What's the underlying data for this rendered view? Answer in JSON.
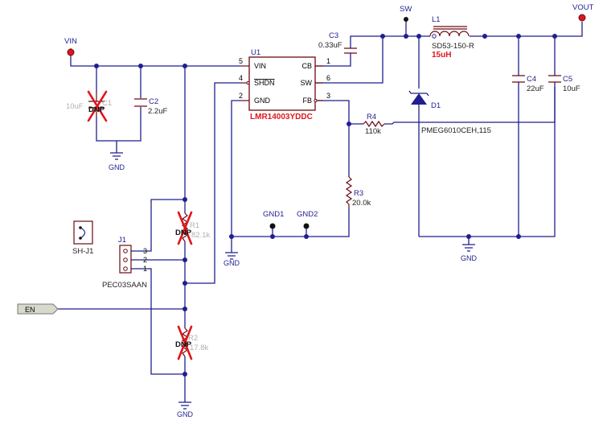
{
  "nets": {
    "vin": "VIN",
    "vout": "VOUT",
    "sw": "SW",
    "en": "EN",
    "gnd": "GND",
    "gnd1": "GND1",
    "gnd2": "GND2"
  },
  "u1": {
    "ref": "U1",
    "part": "LMR14003YDDC",
    "pins": {
      "vin": "VIN",
      "shdn": "SHDN",
      "gnd": "GND",
      "cb": "CB",
      "sw": "SW",
      "fb": "FB",
      "n1": "1",
      "n2": "2",
      "n3": "3",
      "n4": "4",
      "n5": "5",
      "n6": "6"
    }
  },
  "c1": {
    "ref": "C1",
    "value": "10uF",
    "dnp": "DNP"
  },
  "c2": {
    "ref": "C2",
    "value": "2.2uF"
  },
  "c3": {
    "ref": "C3",
    "value": "0.33uF"
  },
  "c4": {
    "ref": "C4",
    "value": "22uF"
  },
  "c5": {
    "ref": "C5",
    "value": "10uF"
  },
  "l1": {
    "ref": "L1",
    "part": "SD53-150-R",
    "value": "15uH"
  },
  "d1": {
    "ref": "D1",
    "part": "PMEG6010CEH,115"
  },
  "r1": {
    "ref": "R1",
    "value": "82.1k",
    "dnp": "DNP"
  },
  "r2": {
    "ref": "R2",
    "value": "17.8k",
    "dnp": "DNP"
  },
  "r3": {
    "ref": "R3",
    "value": "20.0k"
  },
  "r4": {
    "ref": "R4",
    "value": "110k"
  },
  "j1": {
    "ref": "J1",
    "part": "PEC03SAAN",
    "pins": [
      "3",
      "2",
      "1"
    ]
  },
  "shunt": {
    "ref": "SH-J1"
  },
  "colors": {
    "wire": "#1f1f8f",
    "part": "#6a0a12",
    "flag": "#e0151b",
    "dnp_mark": "#e0151b"
  }
}
